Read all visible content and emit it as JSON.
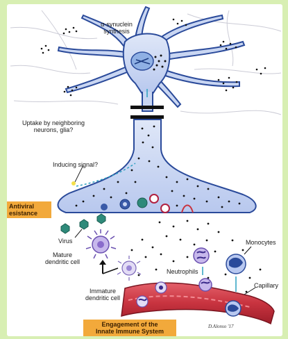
{
  "labels": {
    "synuclein": [
      "α-synuclein",
      "synthesis"
    ],
    "uptake": [
      "Uptake by neighboring",
      "neurons, glia?"
    ],
    "inducing_signal": "Inducing signal?",
    "antiviral": [
      "Antiviral",
      "esistance"
    ],
    "virus": "Virus",
    "mature_dc": [
      "Mature",
      "dendritic cell"
    ],
    "immature_dc": [
      "Immature",
      "dendritic cell"
    ],
    "neutrophils": "Neutrophils",
    "monocytes": "Monocytes",
    "capillary": "Capillary",
    "engagement": [
      "Engagement of the",
      "Innate Immune System"
    ],
    "signature": "D.Alonso '17"
  },
  "colors": {
    "background": "#d8efb3",
    "neuron_fill": "#c9d6f2",
    "neuron_outline": "#2a4a9a",
    "orange_tag": "#f2a93b",
    "capillary": "#c8333f",
    "synapse_bar": "#111111",
    "virus": "#2f8a7a",
    "immune_cell": "#a48ad6"
  }
}
